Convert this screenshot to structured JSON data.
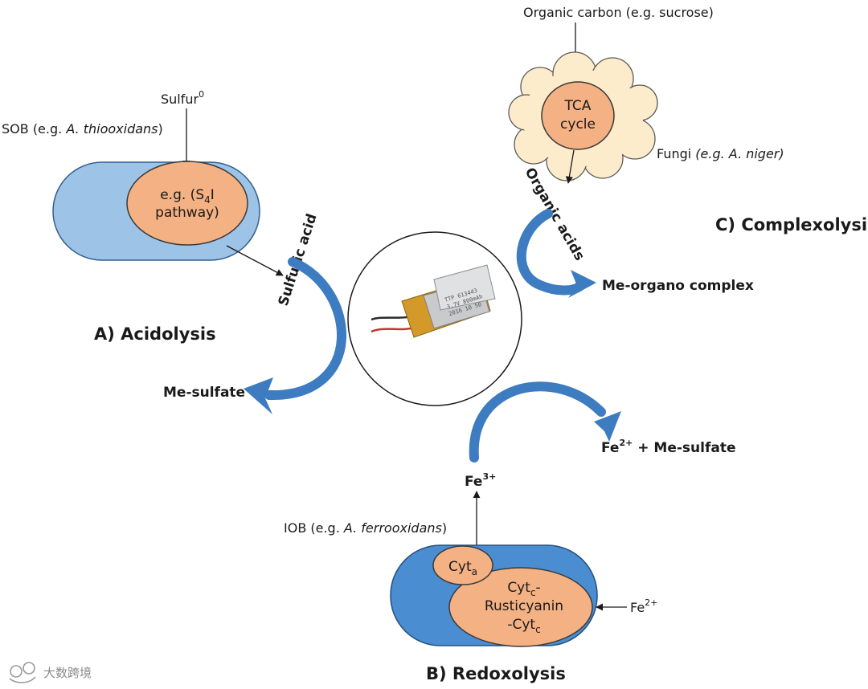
{
  "colors": {
    "light_cell": "#9dc3e6",
    "dark_cell": "#4a8dd1",
    "organelle": "#f4b183",
    "organelle_stroke": "#3a3a3a",
    "flow_arrow": "#3d7cc0",
    "fungi": "#fdeccc"
  },
  "acidolysis": {
    "substrate_base": "Sulfur",
    "substrate_sup": "0",
    "organism_prefix": "SOB (e.g. ",
    "organism_species": "A. thiooxidans",
    "organism_suffix": ")",
    "pathway_line1_pre": "e.g. (S",
    "pathway_line1_sub": "4",
    "pathway_line1_post": "I",
    "pathway_line2": "pathway)",
    "product_label": "Sulfuric acid",
    "title": "A) Acidolysis",
    "result": "Me-sulfate"
  },
  "complexolysis": {
    "substrate": "Organic carbon (e.g. sucrose)",
    "cycle_line1": "TCA",
    "cycle_line2": "cycle",
    "organism_prefix": "Fungi ",
    "organism_species": "(e.g. A. niger)",
    "product_label": "Organic acids",
    "title": "C) Complexolysis",
    "result": "Me-organo complex"
  },
  "redoxolysis": {
    "title": "B) Redoxolysis",
    "oxidant_base": "Fe",
    "oxidant_sup": "3+",
    "result_base": "Fe",
    "result_sup": "2+",
    "result_suffix": " + Me-sulfate",
    "organism_prefix": "IOB (e.g. ",
    "organism_species": "A. ferrooxidans",
    "organism_suffix": ")",
    "cyt_a_base": "Cyt",
    "cyt_a_sub": "a",
    "complex_line1_base": "Cyt",
    "complex_line1_sub": "c",
    "complex_line1_suffix": "-",
    "complex_line2": "Rusticyanin",
    "complex_line3_base": "-Cyt",
    "complex_line3_sub": "c",
    "input_base": "Fe",
    "input_sup": "2+"
  },
  "battery": {
    "label_lines": [
      "TTP 613443",
      "3.7V 800mAh",
      "2016 10 50"
    ]
  },
  "watermark": {
    "text": "大数跨境"
  }
}
